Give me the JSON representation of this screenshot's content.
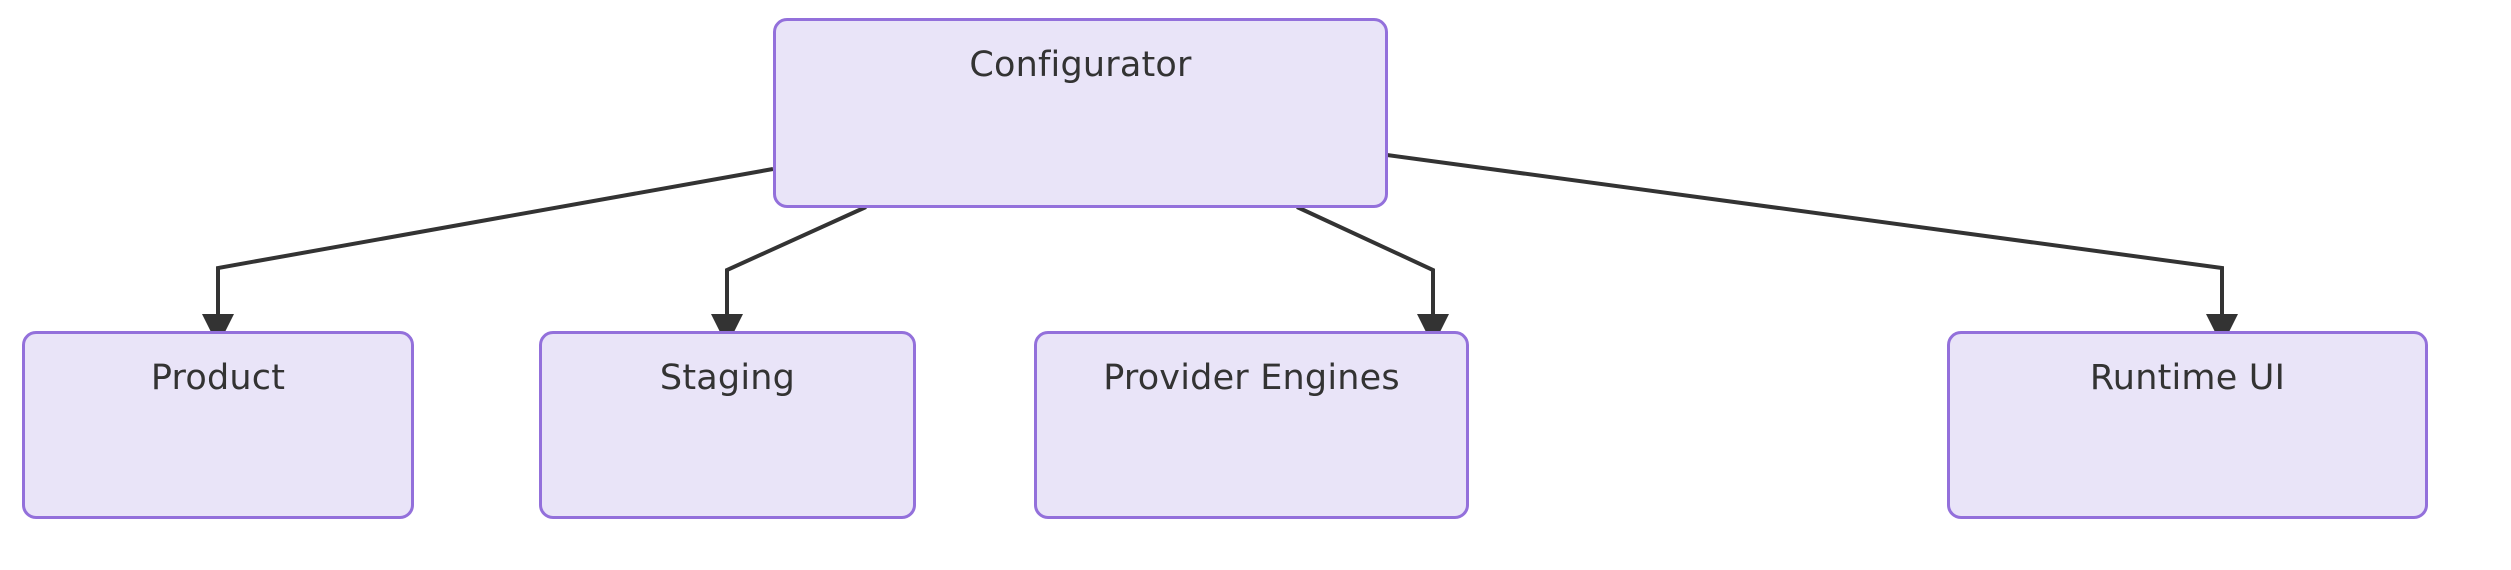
{
  "diagram": {
    "type": "flowchart",
    "direction": "top-down",
    "background_color": "#ffffff",
    "node_fill_color": "#e9e4f8",
    "node_border_color": "#9370db",
    "node_text_color": "#333333",
    "edge_color": "#333333",
    "root": {
      "id": "configurator",
      "label": "Configurator"
    },
    "children": [
      {
        "id": "product",
        "label": "Product"
      },
      {
        "id": "staging",
        "label": "Staging"
      },
      {
        "id": "provider-engines",
        "label": "Provider Engines"
      },
      {
        "id": "runtime-ui",
        "label": "Runtime UI"
      }
    ],
    "edges": [
      {
        "from": "Configurator",
        "to": "Product",
        "arrow": "arrowhead-down"
      },
      {
        "from": "Configurator",
        "to": "Staging",
        "arrow": "arrowhead-down"
      },
      {
        "from": "Configurator",
        "to": "Provider Engines",
        "arrow": "arrowhead-down"
      },
      {
        "from": "Configurator",
        "to": "Runtime UI",
        "arrow": "arrowhead-down"
      }
    ]
  }
}
